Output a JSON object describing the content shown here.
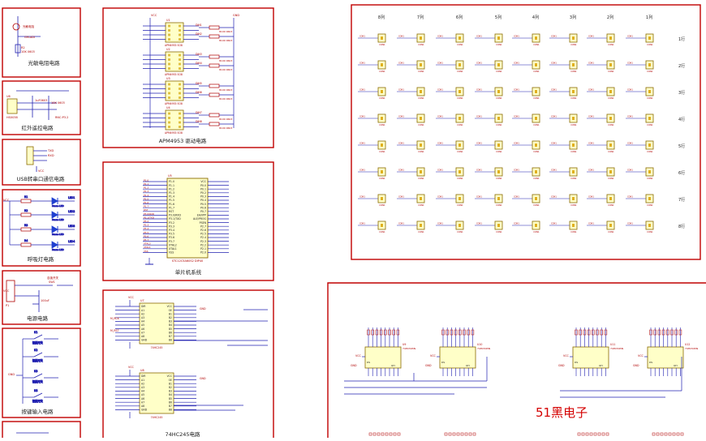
{
  "panels": {
    "photoresistor": {
      "title": "光敏电阻电路",
      "labels": [
        "光敏电阻",
        "GM-ADI",
        "R2",
        "10K 0603",
        "VCC"
      ]
    },
    "infrared": {
      "title": "红外遥控电路",
      "labels": [
        "U6",
        "VCC",
        "C1",
        "1uF0603",
        "R8",
        "10K 0603",
        "IR",
        "RNC:P3.2",
        "HS0038"
      ]
    },
    "usb": {
      "title": "USB转串口通信电路",
      "labels": [
        "TXD",
        "RXD",
        "VCC"
      ]
    },
    "breathing": {
      "title": "呼吸灯电路",
      "labels": [
        "VCC",
        "R1",
        "LED1",
        "R2",
        "LED2",
        "R3",
        "LED3",
        "R4",
        "LED4",
        "3mm-LED"
      ]
    },
    "power": {
      "title": "电源电路",
      "labels": [
        "自锁开关",
        "SW1",
        "P1",
        "VCC",
        "100uF"
      ]
    },
    "keys": {
      "title": "按键输入电路",
      "labels": [
        "K1",
        "K2",
        "K3",
        "K4",
        "轻触开关",
        "GND"
      ]
    },
    "driver": {
      "title": "APM4953 驱动电路",
      "labels": [
        "VCC",
        "GND",
        "U1",
        "U2",
        "U3",
        "U4",
        "APM4953 SO8",
        "DIN1",
        "DIN2",
        "DIN3",
        "DIN4",
        "DIN5",
        "DIN6",
        "DIN7",
        "DIN8",
        "8100 0603"
      ]
    },
    "mcu": {
      "title": "单片机系统",
      "labels": [
        "U5",
        "VCC",
        "P1.0",
        "P1.1",
        "P1.2",
        "P1.3",
        "P1.4",
        "P1.5",
        "P1.6",
        "P1.7",
        "RST",
        "P3.0/RXD",
        "P3.1/TXD",
        "P3.2",
        "P3.3",
        "P3.4",
        "P3.5",
        "P3.6",
        "P3.7",
        "XTAL2",
        "XTAL1",
        "VSS",
        "P0.0",
        "P0.1",
        "P0.2",
        "P0.3",
        "P0.4",
        "P0.5",
        "P0.6",
        "P0.7",
        "EA/VPP",
        "ALE/PROG",
        "PSEN",
        "P2.7",
        "P2.6",
        "P2.5",
        "P2.4",
        "P2.3",
        "P2.2",
        "P2.1",
        "P2.0",
        "STC12C5A60S2 DIP40"
      ]
    },
    "hc245": {
      "title": "74HC245电路",
      "labels": [
        "U7",
        "U8",
        "DIR",
        "OE",
        "A1",
        "A2",
        "A3",
        "A4",
        "A5",
        "A6",
        "A7",
        "A8",
        "B1",
        "B2",
        "B3",
        "B4",
        "B5",
        "B6",
        "B7",
        "B8",
        "VCC",
        "GND",
        "74HC245",
        "M_RCK",
        "M_RST"
      ]
    },
    "matrix": {
      "columns": [
        "8列",
        "7列",
        "6列",
        "5列",
        "4列",
        "3列",
        "2列",
        "1列"
      ],
      "rows": [
        "1行",
        "2行",
        "3行",
        "4行",
        "5行",
        "6行",
        "7行",
        "8行"
      ],
      "cell_label": "CON1"
    },
    "shift": {
      "labels": [
        "U9",
        "U10",
        "U11",
        "U12",
        "74HC595N",
        "VCC",
        "GND",
        "QH",
        "DS"
      ]
    }
  },
  "watermark": "51黑电子",
  "colors": {
    "border": "#c00000",
    "wire": "#2020b0",
    "pin": "#b00000",
    "chip_fill": "#ffffc8",
    "chip_stroke": "#8a6a00",
    "watermark": "#d40000"
  }
}
